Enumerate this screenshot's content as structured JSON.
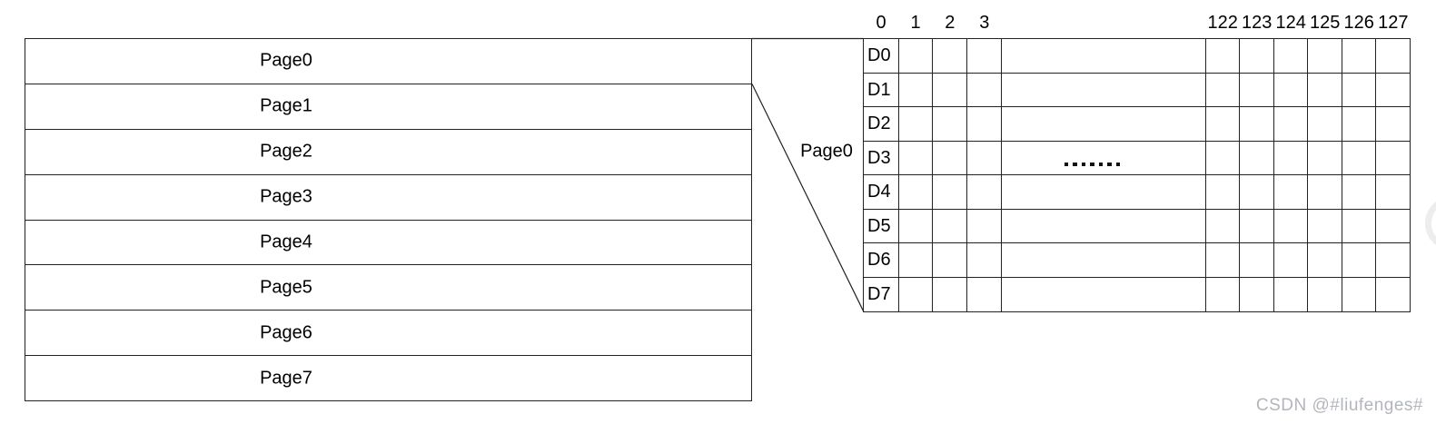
{
  "pages": [
    "Page0",
    "Page1",
    "Page2",
    "Page3",
    "Page4",
    "Page5",
    "Page6",
    "Page7"
  ],
  "callout": {
    "label": "Page0"
  },
  "grid": {
    "row_labels": [
      "D0",
      "D1",
      "D2",
      "D3",
      "D4",
      "D5",
      "D6",
      "D7"
    ],
    "left_column_headers": [
      "0",
      "1",
      "2",
      "3"
    ],
    "right_column_headers": [
      "122",
      "123",
      "124",
      "125",
      "126",
      "127"
    ],
    "ellipsis_dot_count": 7
  },
  "watermark": {
    "text": "CSDN @#liufenges#",
    "color": "#b2b6bc"
  },
  "colors": {
    "line": "#222222",
    "text": "#000000",
    "background": "#ffffff"
  }
}
